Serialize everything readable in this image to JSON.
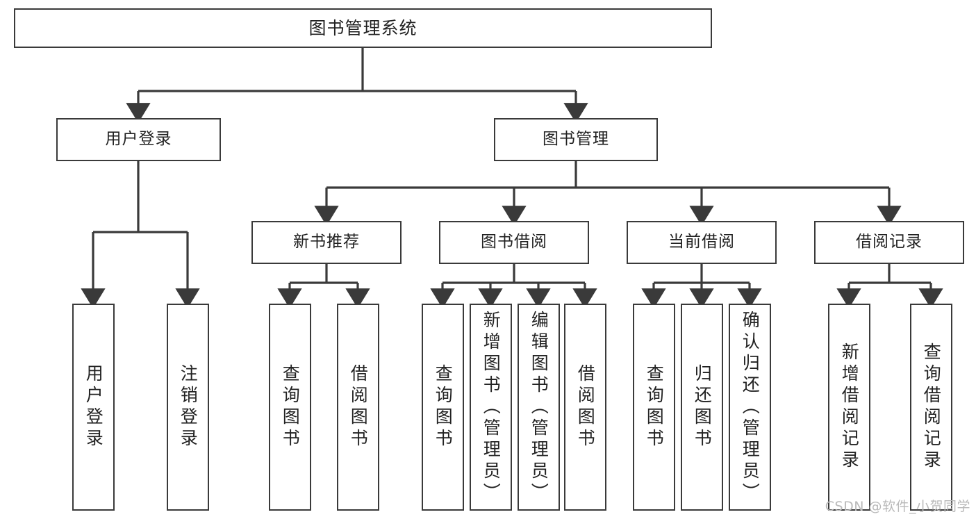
{
  "diagram": {
    "title": "图书管理系统",
    "watermark": "CSDN @软件_小贺同学",
    "colors": {
      "box_border": "#3a3a3a",
      "connector": "#3a3a3a",
      "background": "#ffffff",
      "text": "#222222",
      "watermark": "#b9b9b9"
    },
    "root": {
      "label": "图书管理系统"
    },
    "level1": [
      {
        "label": "用户登录"
      },
      {
        "label": "图书管理"
      }
    ],
    "level2": [
      {
        "label": "新书推荐"
      },
      {
        "label": "图书借阅"
      },
      {
        "label": "当前借阅"
      },
      {
        "label": "借阅记录"
      }
    ],
    "leaves": {
      "user_login": [
        {
          "label": "用户登录"
        },
        {
          "label": "注销登录"
        }
      ],
      "new_book_recommend": [
        {
          "label": "查询图书"
        },
        {
          "label": "借阅图书"
        }
      ],
      "book_borrow": [
        {
          "label": "查询图书"
        },
        {
          "label": "新增图书（管理员）"
        },
        {
          "label": "编辑图书（管理员）"
        },
        {
          "label": "借阅图书"
        }
      ],
      "current_borrow": [
        {
          "label": "查询图书"
        },
        {
          "label": "归还图书"
        },
        {
          "label": "确认归还（管理员）"
        }
      ],
      "borrow_record": [
        {
          "label": "新增借阅记录"
        },
        {
          "label": "查询借阅记录"
        }
      ]
    }
  }
}
